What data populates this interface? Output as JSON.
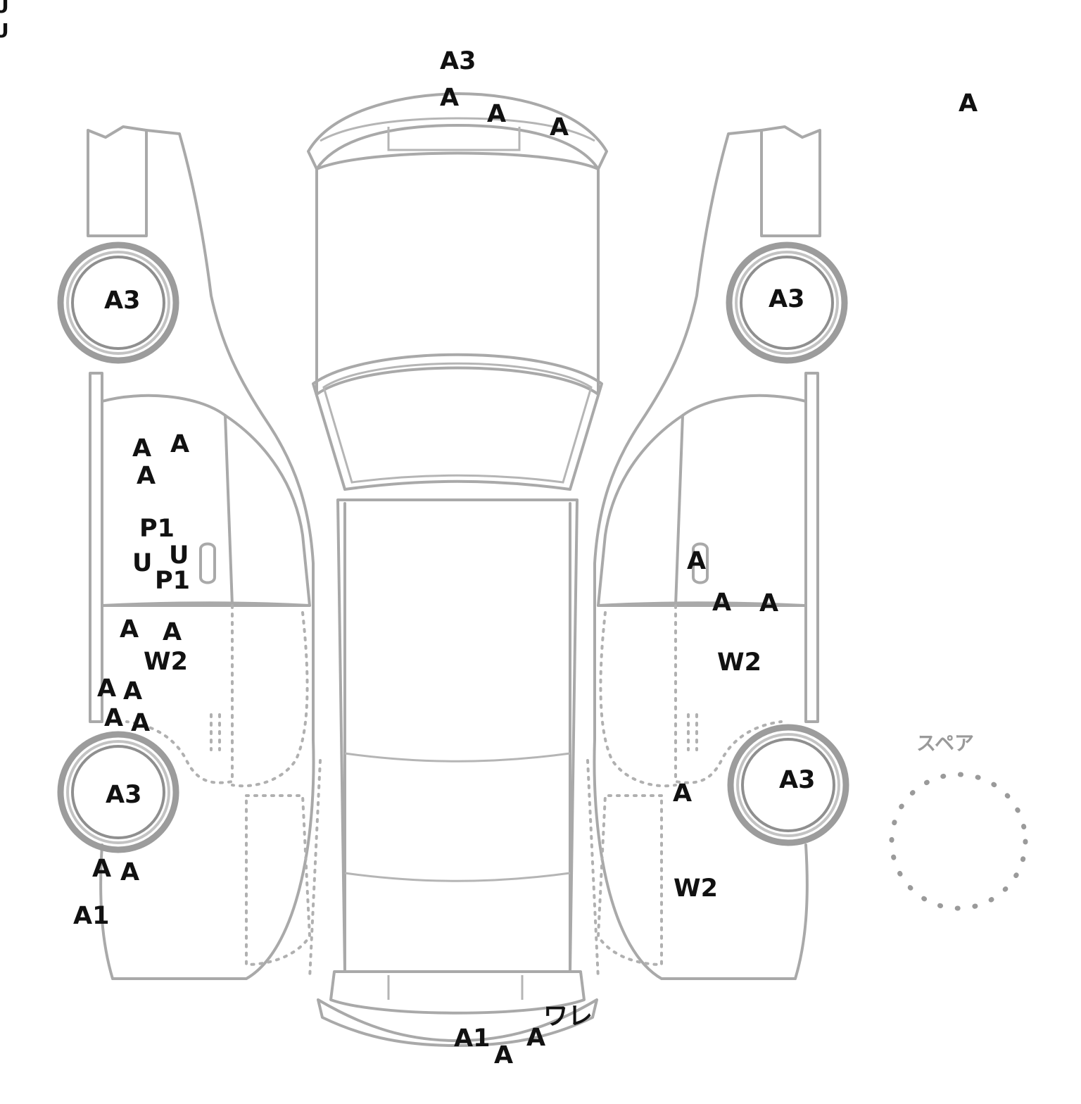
{
  "corner_marks": [
    "U",
    "U"
  ],
  "spare": {
    "label": "スペア",
    "value": "A"
  },
  "marks": [
    {
      "id": "front-bumper-0",
      "text": "A3"
    },
    {
      "id": "front-bumper-1",
      "text": "A"
    },
    {
      "id": "front-bumper-2",
      "text": "A"
    },
    {
      "id": "front-bumper-3",
      "text": "A"
    },
    {
      "id": "left-front-tire",
      "text": "A3"
    },
    {
      "id": "right-front-tire",
      "text": "A3"
    },
    {
      "id": "left-front-door-0",
      "text": "A"
    },
    {
      "id": "left-front-door-1",
      "text": "A"
    },
    {
      "id": "left-front-door-2",
      "text": "A"
    },
    {
      "id": "left-front-door-3",
      "text": "P1"
    },
    {
      "id": "left-front-door-4",
      "text": "U"
    },
    {
      "id": "left-front-door-5",
      "text": "U"
    },
    {
      "id": "left-front-door-6",
      "text": "P1"
    },
    {
      "id": "left-rear-door-0",
      "text": "A"
    },
    {
      "id": "left-rear-door-1",
      "text": "A"
    },
    {
      "id": "left-rear-door-2",
      "text": "W2"
    },
    {
      "id": "left-rear-door-3",
      "text": "A"
    },
    {
      "id": "left-rear-door-4",
      "text": "A"
    },
    {
      "id": "left-rear-door-5",
      "text": "A"
    },
    {
      "id": "left-rear-door-6",
      "text": "A"
    },
    {
      "id": "left-rear-tire",
      "text": "A3"
    },
    {
      "id": "left-rear-quarter-0",
      "text": "A"
    },
    {
      "id": "left-rear-quarter-1",
      "text": "A"
    },
    {
      "id": "left-rear-quarter-2",
      "text": "A1"
    },
    {
      "id": "right-front-door-0",
      "text": "A"
    },
    {
      "id": "right-front-door-1",
      "text": "A"
    },
    {
      "id": "right-front-door-2",
      "text": "A"
    },
    {
      "id": "right-rear-door-0",
      "text": "W2"
    },
    {
      "id": "right-rear-door-1",
      "text": "A"
    },
    {
      "id": "right-rear-tire",
      "text": "A3"
    },
    {
      "id": "right-rear-quarter-0",
      "text": "W2"
    },
    {
      "id": "rear-bumper-0",
      "text": "A1"
    },
    {
      "id": "rear-bumper-1",
      "text": "A"
    },
    {
      "id": "rear-bumper-2",
      "text": "A"
    },
    {
      "id": "rear-bumper-3",
      "text": "ワレ"
    }
  ]
}
